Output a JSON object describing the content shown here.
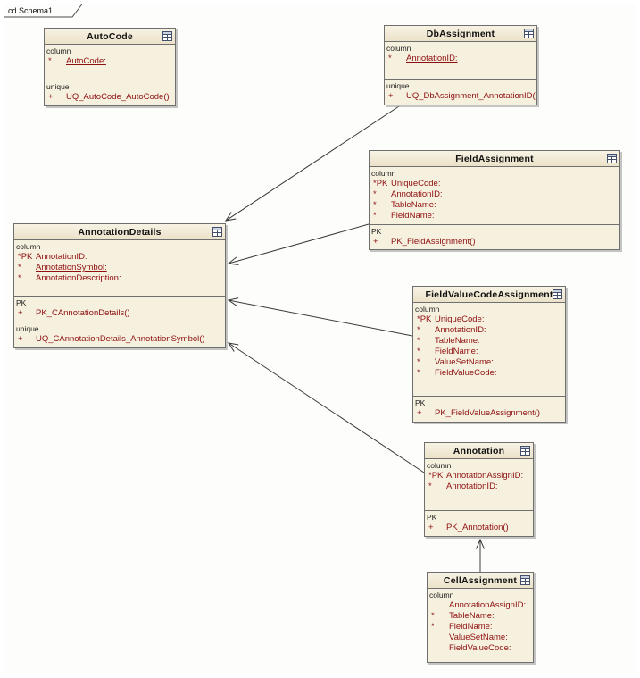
{
  "frame": {
    "label": "cd Schema1"
  },
  "colors": {
    "entity_fill": "#F6F0DF",
    "entity_header_fill": "#EDE4CB",
    "entity_border": "#6F6F6F",
    "attribute_text": "#8E1010",
    "connector": "#3A3A3A",
    "frame_border": "#4A4A4A"
  },
  "connectors": [
    {
      "from": "DbAssignment",
      "to": "AnnotationDetails"
    },
    {
      "from": "FieldAssignment",
      "to": "AnnotationDetails"
    },
    {
      "from": "FieldValueCodeAssignment",
      "to": "AnnotationDetails"
    },
    {
      "from": "Annotation",
      "to": "AnnotationDetails"
    },
    {
      "from": "CellAssignment",
      "to": "Annotation"
    }
  ],
  "entities": [
    {
      "title": "AutoCode",
      "sections": [
        {
          "label": "column",
          "rows": [
            {
              "prefix": "*",
              "text": "AutoCode:"
            }
          ]
        },
        {
          "label": "unique",
          "rows": [
            {
              "prefix": "+",
              "text": "UQ_AutoCode_AutoCode()"
            }
          ]
        }
      ]
    },
    {
      "title": "DbAssignment",
      "sections": [
        {
          "label": "column",
          "rows": [
            {
              "prefix": "*",
              "text": "AnnotationID:"
            }
          ]
        },
        {
          "label": "unique",
          "rows": [
            {
              "prefix": "+",
              "text": "UQ_DbAssignment_AnnotationID()"
            }
          ]
        }
      ]
    },
    {
      "title": "FieldAssignment",
      "sections": [
        {
          "label": "column",
          "rows": [
            {
              "prefix": "*PK",
              "text": "UniqueCode:"
            },
            {
              "prefix": "*",
              "text": "AnnotationID:"
            },
            {
              "prefix": "*",
              "text": "TableName:"
            },
            {
              "prefix": "*",
              "text": "FieldName:"
            }
          ]
        },
        {
          "label": "PK",
          "rows": [
            {
              "prefix": "+",
              "text": "PK_FieldAssignment()"
            }
          ]
        }
      ]
    },
    {
      "title": "AnnotationDetails",
      "sections": [
        {
          "label": "column",
          "rows": [
            {
              "prefix": "*PK",
              "text": "AnnotationID:"
            },
            {
              "prefix": "*",
              "text": "AnnotationSymbol:"
            },
            {
              "prefix": "*",
              "text": "AnnotationDescription:"
            }
          ]
        },
        {
          "label": "PK",
          "rows": [
            {
              "prefix": "+",
              "text": "PK_CAnnotationDetails()"
            }
          ]
        },
        {
          "label": "unique",
          "rows": [
            {
              "prefix": "+",
              "text": "UQ_CAnnotationDetails_AnnotationSymbol()"
            }
          ]
        }
      ]
    },
    {
      "title": "FieldValueCodeAssignment",
      "sections": [
        {
          "label": "column",
          "rows": [
            {
              "prefix": "*PK",
              "text": "UniqueCode:"
            },
            {
              "prefix": "*",
              "text": "AnnotationID:"
            },
            {
              "prefix": "*",
              "text": "TableName:"
            },
            {
              "prefix": "*",
              "text": "FieldName:"
            },
            {
              "prefix": "*",
              "text": "ValueSetName:"
            },
            {
              "prefix": "*",
              "text": "FieldValueCode:"
            }
          ]
        },
        {
          "label": "PK",
          "rows": [
            {
              "prefix": "+",
              "text": "PK_FieldValueAssignment()"
            }
          ]
        }
      ]
    },
    {
      "title": "Annotation",
      "sections": [
        {
          "label": "column",
          "rows": [
            {
              "prefix": "*PK",
              "text": "AnnotationAssignID:"
            },
            {
              "prefix": "*",
              "text": "AnnotationID:"
            }
          ]
        },
        {
          "label": "PK",
          "rows": [
            {
              "prefix": "+",
              "text": "PK_Annotation()"
            }
          ]
        }
      ]
    },
    {
      "title": "CellAssignment",
      "sections": [
        {
          "label": "column",
          "rows": [
            {
              "prefix": "",
              "text": "AnnotationAssignID:"
            },
            {
              "prefix": "*",
              "text": "TableName:"
            },
            {
              "prefix": "*",
              "text": "FieldName:"
            },
            {
              "prefix": "",
              "text": "ValueSetName:"
            },
            {
              "prefix": "",
              "text": "FieldValueCode:"
            }
          ]
        }
      ]
    }
  ]
}
